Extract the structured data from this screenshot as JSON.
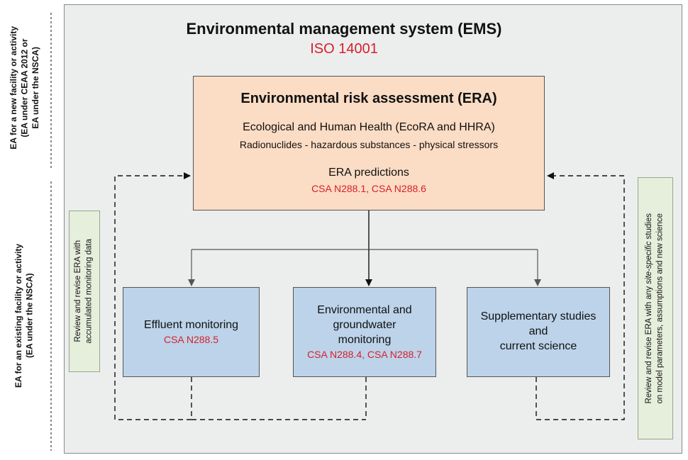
{
  "side_labels": {
    "top": [
      "EA for a new facility or activity",
      "(EA under CEAA 2012 or",
      "EA under the NSCA)"
    ],
    "bottom": [
      "EA for an existing facility or activity",
      "(EA under the NSCA)"
    ]
  },
  "ems": {
    "title": "Environmental management system (EMS)",
    "standard": "ISO 14001"
  },
  "era": {
    "title": "Environmental risk assessment (ERA)",
    "line1": "Ecological and Human Health (EcoRA and HHRA)",
    "line2": "Radionuclides - hazardous substances - physical stressors",
    "predictions": "ERA predictions",
    "standards": "CSA N288.1, CSA N288.6"
  },
  "boxes": {
    "effluent": {
      "title": "Effluent monitoring",
      "standard": "CSA N288.5"
    },
    "environmental": {
      "title1": "Environmental and",
      "title2": "groundwater",
      "title3": "monitoring",
      "standard": "CSA N288.4, CSA N288.7"
    },
    "supplementary": {
      "title1": "Supplementary studies",
      "title2": "and",
      "title3": "current science"
    }
  },
  "feedback": {
    "left": [
      "Review and revise ERA with",
      "accumulated monitoring data"
    ],
    "right_prefix": "Review and revise ERA with any ",
    "right_italic": "site-specific",
    "right_suffix": " studies",
    "right_line2": "on model parameters, assumptions and new science"
  },
  "colors": {
    "standard_text": "#d8202a",
    "era_fill": "#fbdcc4",
    "box_fill": "#bcd3ea",
    "note_fill": "#e6eedc",
    "panel_fill": "#eceeee"
  }
}
